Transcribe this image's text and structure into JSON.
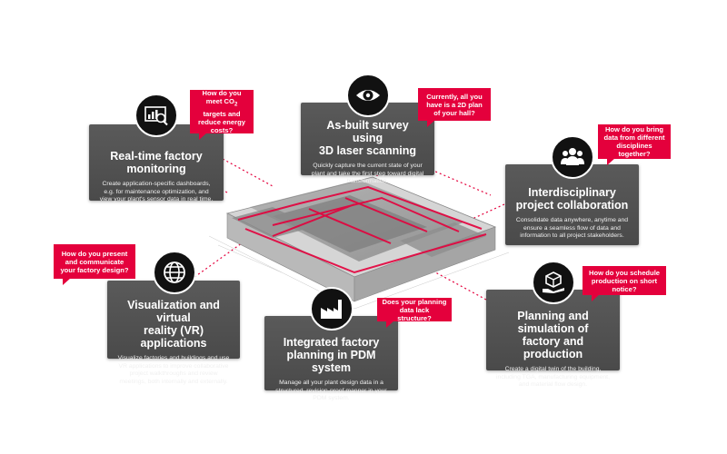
{
  "cards": {
    "monitoring": {
      "title_line1": "Real-time factory",
      "title_line2": "monitoring",
      "desc": "Create application-specific dashboards, e.g. for maintenance optimization, and view your plant's sensor data in real time.",
      "question_part1": "How do you meet CO",
      "question_sub": "2",
      "question_part2": " targets and reduce energy costs?",
      "icon": "dashboard-magnifier-icon"
    },
    "scanning": {
      "title_line1": "As-built survey using",
      "title_line2": "3D laser scanning",
      "desc": "Quickly capture the current state of your plant and take the first step toward digital transformation.",
      "question": "Currently, all you have is a 2D plan of your hall?",
      "icon": "eye-icon"
    },
    "collaboration": {
      "title_line1": "Interdisciplinary",
      "title_line2": "project collaboration",
      "desc": "Consolidate data anywhere, anytime and ensure a seamless flow of data and information to all project stakeholders.",
      "question": "How do you bring data from different disciplines together?",
      "icon": "people-group-icon"
    },
    "visualization": {
      "title_line1": "Visualization and virtual",
      "title_line2": "reality (VR) applications",
      "desc": "Visualize factories and buildings and use VR applications to improve collaborative project walkthroughs and review meetings, both internally and externally.",
      "question": "How do you present and communicate your factory design?",
      "icon": "globe-icon"
    },
    "pdm": {
      "title_line1": "Integrated factory",
      "title_line2": "planning in PDM system",
      "desc": "Manage all your plant design data in a structured, revision-proof manner in your PDM system.",
      "question": "Does your planning data lack structure?",
      "icon": "factory-icon"
    },
    "simulation": {
      "title_line1": "Planning and simulation of",
      "title_line2": "factory and production",
      "desc": "Create a digital twin of the building, including TGA, manufacturing equipment, and material flow design.",
      "question": "How do you schedule production on short notice?",
      "icon": "box-on-hand-icon"
    }
  },
  "colors": {
    "accent": "#e4003c",
    "card": "#4f4f4f",
    "icon_bg": "#111111"
  }
}
